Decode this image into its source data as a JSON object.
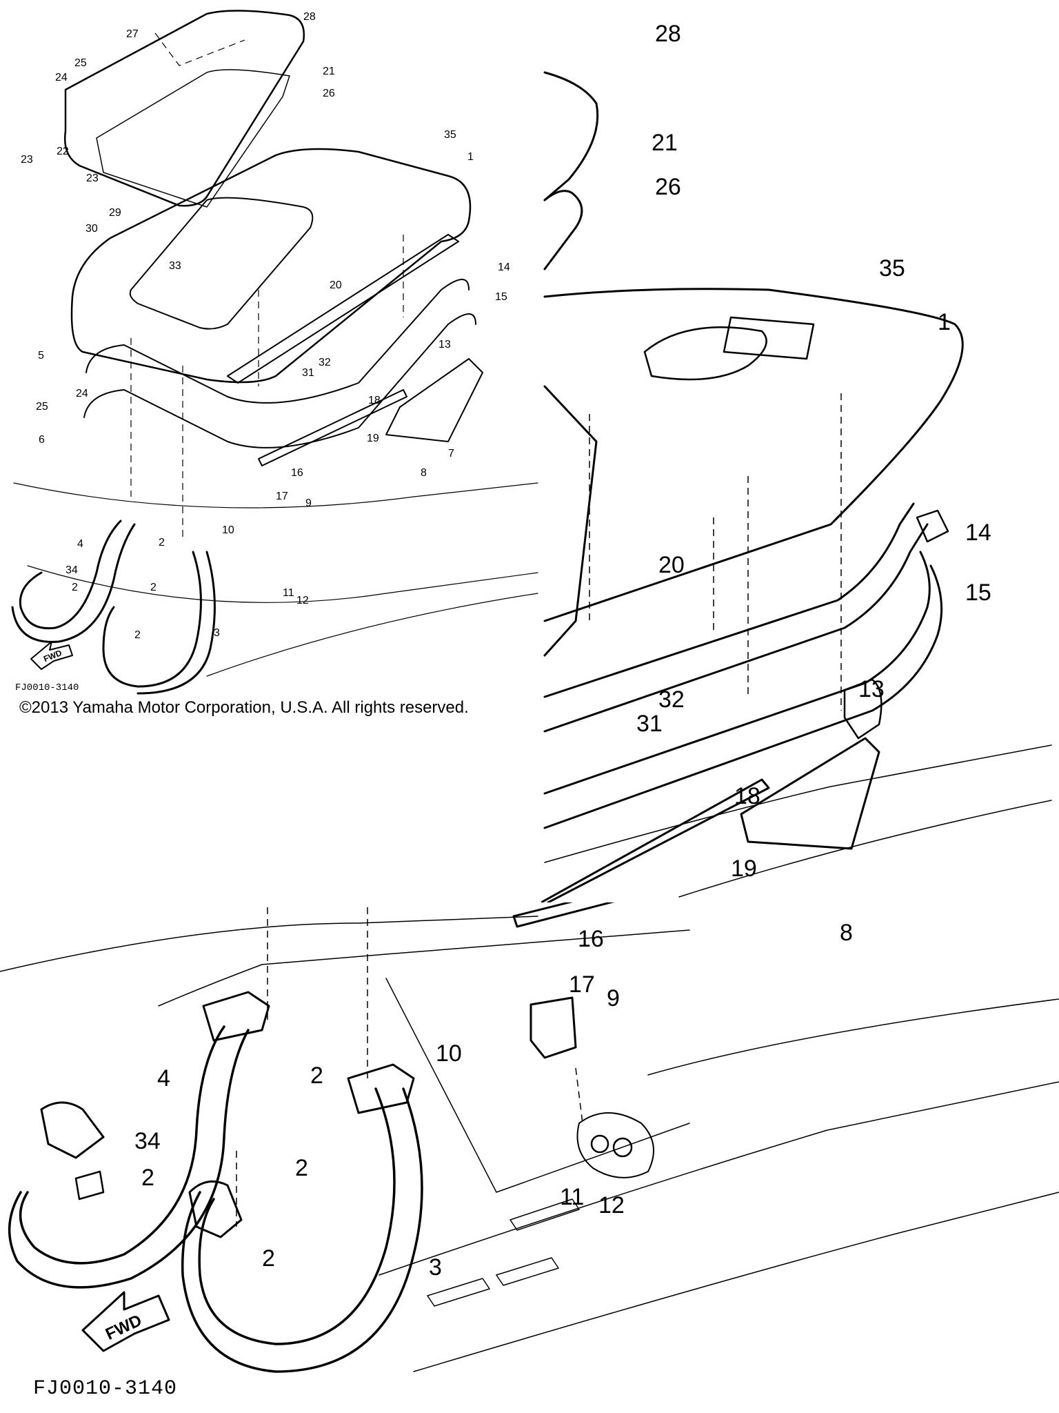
{
  "diagram": {
    "figure_code": "FJ0010-3140",
    "copyright": "©2013 Yamaha Motor Corporation, U.S.A. All rights reserved.",
    "fwd_label": "FWD",
    "callouts": {
      "n1": "1",
      "n2": "2",
      "n3": "3",
      "n4": "4",
      "n5": "5",
      "n6": "6",
      "n7": "7",
      "n8": "8",
      "n9": "9",
      "n10": "10",
      "n11": "11",
      "n12": "12",
      "n13": "13",
      "n14": "14",
      "n15": "15",
      "n16": "16",
      "n17": "17",
      "n18": "18",
      "n19": "19",
      "n20": "20",
      "n21": "21",
      "n22": "22",
      "n23": "23",
      "n24": "24",
      "n25": "25",
      "n26": "26",
      "n27": "27",
      "n28": "28",
      "n29": "29",
      "n30": "30",
      "n31": "31",
      "n32": "32",
      "n33": "33",
      "n34": "34",
      "n35": "35"
    }
  }
}
